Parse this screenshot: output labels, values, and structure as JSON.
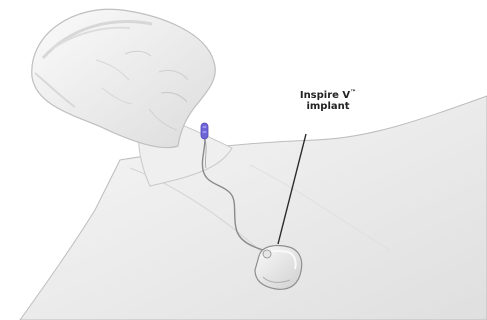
{
  "annotation": {
    "title_main": "Inspire V",
    "title_trademark": "™",
    "title_second_line": "implant"
  },
  "colors": {
    "background": "#ffffff",
    "body": "#f0f0f0",
    "body_shadow": "#d9d9d9",
    "device": "#e8e8e8",
    "lead": "#8a8a8a",
    "electrode": "#6f66d6",
    "leader_line": "#2a2a2a"
  },
  "icons": {
    "device_icon": "neurostimulator-implant",
    "electrode_icon": "stimulation-lead-electrode"
  }
}
